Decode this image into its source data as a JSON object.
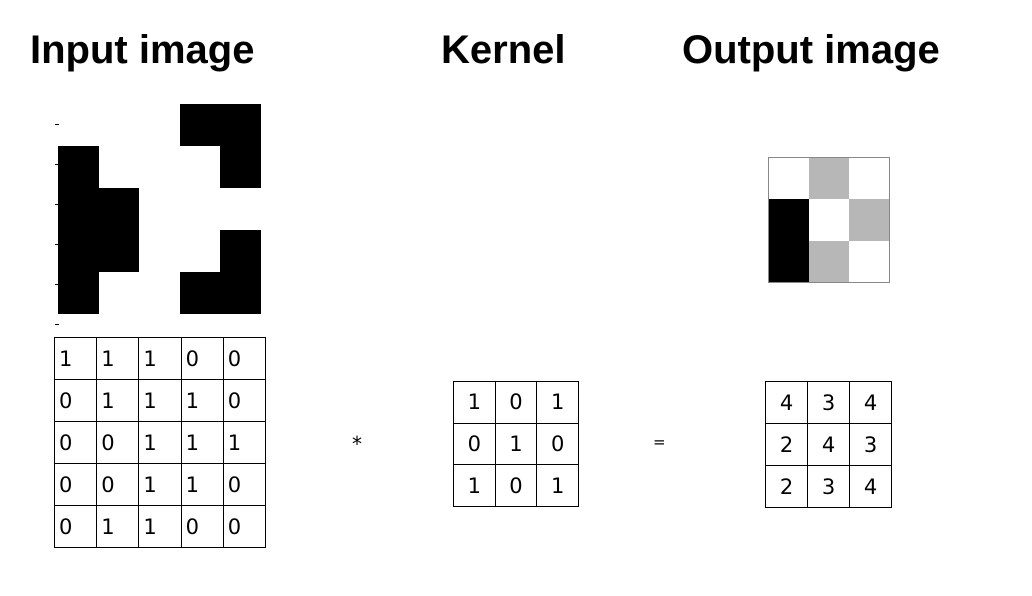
{
  "titles": {
    "input": "Input image",
    "kernel": "Kernel",
    "output": "Output image"
  },
  "operators": {
    "convolve": "*",
    "equals": "="
  },
  "input_matrix": [
    [
      1,
      1,
      1,
      0,
      0
    ],
    [
      0,
      1,
      1,
      1,
      0
    ],
    [
      0,
      0,
      1,
      1,
      1
    ],
    [
      0,
      0,
      1,
      1,
      0
    ],
    [
      0,
      1,
      1,
      0,
      0
    ]
  ],
  "kernel_matrix": [
    [
      1,
      0,
      1
    ],
    [
      0,
      1,
      0
    ],
    [
      1,
      0,
      1
    ]
  ],
  "output_matrix": [
    [
      4,
      3,
      4
    ],
    [
      2,
      4,
      3
    ],
    [
      2,
      3,
      4
    ]
  ],
  "colors": {
    "white": "#ffffff",
    "black": "#000000",
    "gray": "#b7b7b7"
  }
}
